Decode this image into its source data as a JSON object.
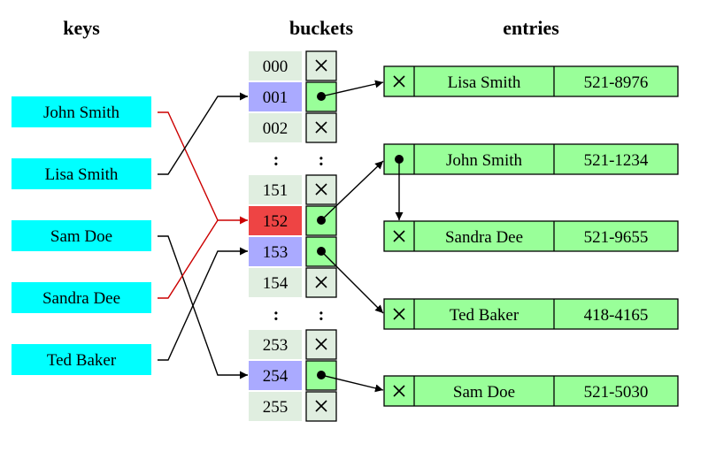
{
  "headings": {
    "keys": "keys",
    "buckets": "buckets",
    "entries": "entries"
  },
  "keys": [
    "John Smith",
    "Lisa Smith",
    "Sam Doe",
    "Sandra Dee",
    "Ted Baker"
  ],
  "ellipsis": ":",
  "buckets": [
    {
      "index": "000",
      "pointer": false,
      "state": "empty"
    },
    {
      "index": "001",
      "pointer": true,
      "state": "used"
    },
    {
      "index": "002",
      "pointer": false,
      "state": "empty"
    },
    {
      "index": "151",
      "pointer": false,
      "state": "empty"
    },
    {
      "index": "152",
      "pointer": true,
      "state": "collision"
    },
    {
      "index": "153",
      "pointer": true,
      "state": "used"
    },
    {
      "index": "154",
      "pointer": false,
      "state": "empty"
    },
    {
      "index": "253",
      "pointer": false,
      "state": "empty"
    },
    {
      "index": "254",
      "pointer": true,
      "state": "used"
    },
    {
      "index": "255",
      "pointer": false,
      "state": "empty"
    }
  ],
  "entries": [
    {
      "name": "Lisa Smith",
      "phone": "521-8976",
      "next": false
    },
    {
      "name": "John Smith",
      "phone": "521-1234",
      "next": true
    },
    {
      "name": "Sandra Dee",
      "phone": "521-9655",
      "next": false
    },
    {
      "name": "Ted Baker",
      "phone": "418-4165",
      "next": false
    },
    {
      "name": "Sam Doe",
      "phone": "521-5030",
      "next": false
    }
  ],
  "colors": {
    "key_fill": "#00ffff",
    "bucket_empty": "#e0eee0",
    "bucket_used": "#aaaaff",
    "bucket_collision": "#ee4444",
    "pointer_empty": "#e0eee0",
    "pointer_used": "#99ff99",
    "entry_fill": "#99ff99",
    "collision_arrow": "#cc0000",
    "arrow": "#000000"
  }
}
